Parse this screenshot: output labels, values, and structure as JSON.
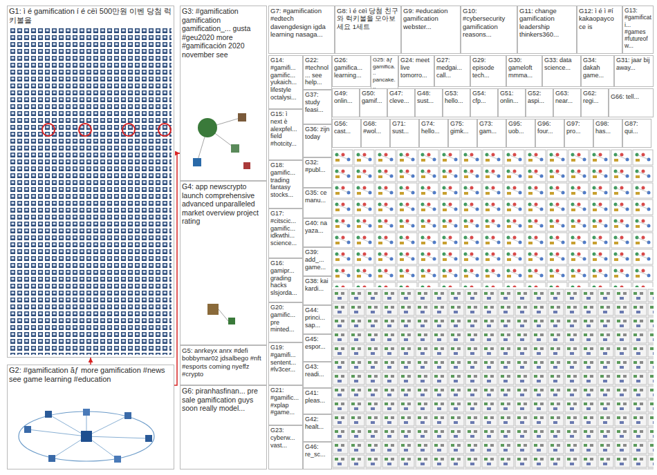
{
  "diagram": {
    "nodes": [
      {
        "text": [
          "G1: ì é gamification í é cëì 500만원 이벤 당첨 럭키볼을"
        ]
      },
      {
        "text": [
          "G2: #gamification ăƒ more gamification #news see game learning #education"
        ]
      },
      {
        "text": [
          "G3: #gamification gamification gamification_... gusta #geu2020 more #gamificación 2020 november see"
        ]
      },
      {
        "text": [
          "G4: app newscrypto launch comprehensive advanced unparalleled market overview project rating"
        ]
      },
      {
        "text": [
          "G5: anrkeyx anrx #defi bobbymar02 jdsalbego #nft #esports coming nyeffz #crypto"
        ]
      },
      {
        "text": [
          "G6: piranhasfinan... pre sale gamification guys soon really model..."
        ]
      },
      {
        "text": [
          "G7: #gamification #edtech davengdesign igda learning nasaga..."
        ]
      },
      {
        "text": [
          "G8: ì é cëì 당첨 친구와 럭키볼을 모아보세요 1세트"
        ]
      },
      {
        "text": [
          "G9: #education gamification webster..."
        ]
      },
      {
        "text": [
          "G10: #cybersecurity gamification reasons..."
        ]
      },
      {
        "text": [
          "G11: change gamification leadership thinkers360..."
        ]
      },
      {
        "text": [
          "G12: ì é ì #í kakaopayco ce is"
        ]
      },
      {
        "text": [
          "G13: #gamificati... #games #futureofw..."
        ]
      },
      {
        "text": [
          "G14: #gamifi... gamific... yukaich... lifestyle octalysi..."
        ]
      },
      {
        "text": [
          "G15: ì next è alexpfel... field #hotcity..."
        ]
      },
      {
        "text": [
          "G18: gamific... trading fantasy stocks..."
        ]
      },
      {
        "text": [
          "G17: #citscic... gamific... idkwthi... science..."
        ]
      },
      {
        "text": [
          "G16: gamipr... grading hacks slsjorda..."
        ]
      },
      {
        "text": [
          "G20: gamific... pre minted..."
        ]
      },
      {
        "text": [
          "G19: #gamifi... sentent... #lv3cer..."
        ]
      },
      {
        "text": [
          "G21: #gamific... #xplap #game..."
        ]
      },
      {
        "text": [
          "G23: cyberw... vast..."
        ]
      },
      {
        "text": [
          "G22: #technol... see help..."
        ]
      },
      {
        "text": [
          "G37: study feasi..."
        ]
      },
      {
        "text": [
          "G36: zijn today"
        ]
      },
      {
        "text": [
          "G32: #publ..."
        ]
      },
      {
        "text": [
          "G35: ce manu..."
        ]
      },
      {
        "text": [
          "G40: na yaza..."
        ]
      },
      {
        "text": [
          "G39: add_... game..."
        ]
      },
      {
        "text": [
          "G38: kai kardi..."
        ]
      },
      {
        "text": [
          "G44: princi... sap..."
        ]
      },
      {
        "text": [
          "G45: espor..."
        ]
      },
      {
        "text": [
          "G43: readi..."
        ]
      },
      {
        "text": [
          "G41: pleas..."
        ]
      },
      {
        "text": [
          "G42: healt..."
        ]
      },
      {
        "text": [
          "G46: re_sc..."
        ]
      },
      {
        "text": [
          "G26: gamifica... learning..."
        ]
      },
      {
        "text": [
          "G25: ăƒ gamifica... pancake..."
        ]
      },
      {
        "text": [
          "G24: meet live tomorro..."
        ]
      },
      {
        "text": [
          "G27: medgai... call..."
        ]
      },
      {
        "text": [
          "G29: episode tech..."
        ]
      },
      {
        "text": [
          "G30: gameloft mmma..."
        ]
      },
      {
        "text": [
          "G33: data science..."
        ]
      },
      {
        "text": [
          "G34: dakah game..."
        ]
      },
      {
        "text": [
          "G31: jaar bij away..."
        ]
      },
      {
        "text": [
          "G49: onlin..."
        ]
      },
      {
        "text": [
          "G50: gamif..."
        ]
      },
      {
        "text": [
          "G47: cleve..."
        ]
      },
      {
        "text": [
          "G48: sust..."
        ]
      },
      {
        "text": [
          "G53: hello..."
        ]
      },
      {
        "text": [
          "G54: cfp..."
        ]
      },
      {
        "text": [
          "G51: onlin..."
        ]
      },
      {
        "text": [
          "G52: aspi..."
        ]
      },
      {
        "text": [
          "G63: near..."
        ]
      },
      {
        "text": [
          "G62: regi..."
        ]
      },
      {
        "text": [
          "G66: tell..."
        ]
      },
      {
        "text": [
          "G56: cast..."
        ]
      },
      {
        "text": [
          "G68: #wol..."
        ]
      },
      {
        "text": [
          "G71: sust..."
        ]
      },
      {
        "text": [
          "G74: hello..."
        ]
      },
      {
        "text": [
          "G75: gimk..."
        ]
      },
      {
        "text": [
          "G73: gam..."
        ]
      },
      {
        "text": [
          "G95: uob..."
        ]
      },
      {
        "text": [
          "G96: four..."
        ]
      },
      {
        "text": [
          "G97: pro..."
        ]
      },
      {
        "text": [
          "G98: has..."
        ]
      },
      {
        "text": [
          "G87: qui..."
        ]
      }
    ],
    "edges": [
      {
        "from": 1,
        "to": 0,
        "arrow": "to"
      },
      {
        "from": 1,
        "to": 2,
        "arrow": "to"
      }
    ]
  }
}
